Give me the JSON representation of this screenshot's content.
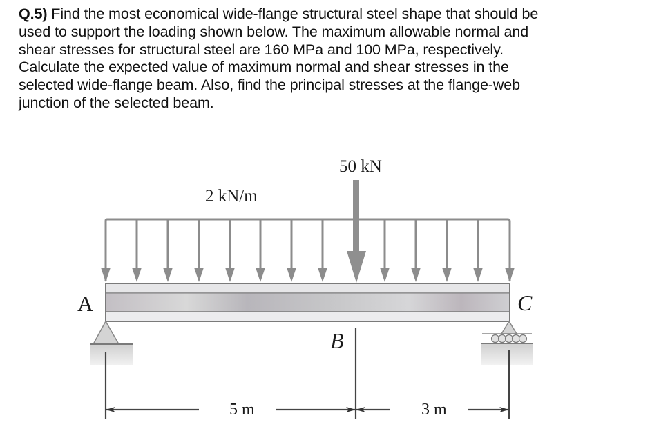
{
  "question": {
    "number": "Q.5)",
    "lines": [
      " Find the most economical wide-flange structural steel shape that should be",
      "used to support the loading shown below. The maximum allowable normal and",
      "shear stresses for structural steel are 160 MPa and 100 MPa, respectively.",
      "Calculate the expected value of maximum normal and shear stresses in the",
      "selected wide-flange beam. Also, find the principal stresses at the flange-web",
      "junction of the selected beam."
    ]
  },
  "figure": {
    "distributed_load_label": "2 kN/m",
    "point_load_label": "50 kN",
    "support_left_label": "A",
    "point_b_label": "B",
    "support_right_label": "C",
    "dim_ab_label": "5 m",
    "dim_bc_label": "3 m",
    "colors": {
      "load": "#8c8c8c",
      "beam_outline": "#7a7a7a",
      "beam_web": "#b9b9bd",
      "beam_flange": "#e4e4e6",
      "ground": "#dadada",
      "dimension": "#333333"
    }
  }
}
